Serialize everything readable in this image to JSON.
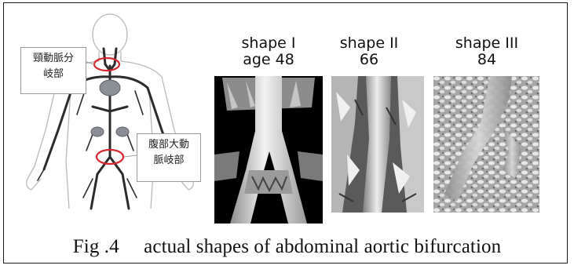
{
  "callouts": {
    "carotid_line1": "頸動脈分",
    "carotid_line2": "岐部",
    "abdominal_line1": "腹部大動",
    "abdominal_line2": "脈岐部"
  },
  "shapes": [
    {
      "label": "shape I",
      "sub": "age 48"
    },
    {
      "label": "shape II",
      "sub": "66"
    },
    {
      "label": "shape III",
      "sub": "84"
    }
  ],
  "caption": "Fig .4　 actual shapes of abdominal aortic bifurcation",
  "colors": {
    "highlight_ring": "#d9262c",
    "vessel": "#2b2b2b",
    "organ": "#8a8f96",
    "scan_background": "#000000",
    "scan_surface": "#d9d9d9"
  }
}
